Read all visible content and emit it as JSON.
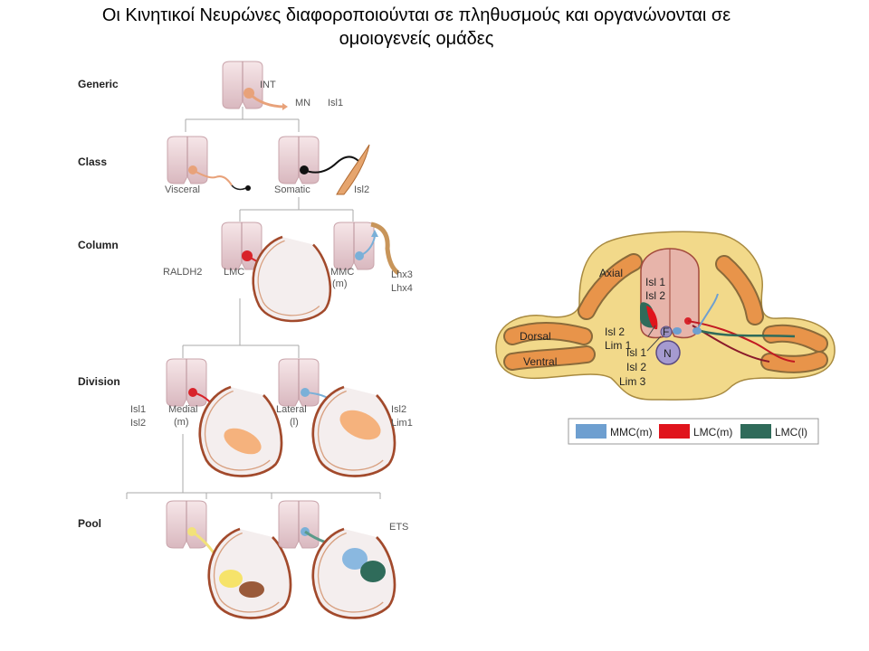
{
  "slide": {
    "title_line1": "Οι Κινητικοί Νευρώνες διαφοροποιούνται σε πληθυσμούς και οργανώνονται σε",
    "title_line2": "ομοιογενείς ομάδες"
  },
  "levels": {
    "generic": "Generic",
    "class": "Class",
    "column": "Column",
    "division": "Division",
    "pool": "Pool"
  },
  "generic": {
    "int": "INT",
    "mn": "MN",
    "marker": "Isl1"
  },
  "class": {
    "visceral": "Visceral",
    "somatic": "Somatic",
    "marker": "Isl2"
  },
  "column": {
    "raldh2": "RALDH2",
    "lmc": "LMC",
    "mmc": "MMC",
    "mmc_sub": "(m)",
    "lhx3": "Lhx3",
    "lhx4": "Lhx4"
  },
  "division": {
    "isl1": "Isl1",
    "isl2": "Isl2",
    "medial": "Medial",
    "medial_sub": "(m)",
    "lateral": "Lateral",
    "lateral_sub": "(l)",
    "r_isl2": "Isl2",
    "r_lim1": "Lim1"
  },
  "pool": {
    "ets": "ETS"
  },
  "cross_section": {
    "axial": "Axial",
    "dorsal": "Dorsal",
    "ventral": "Ventral",
    "isl1_top": "Isl 1",
    "isl2_top": "Isl 2",
    "isl2_mid": "Isl 2",
    "lim1_mid": "Lim 1",
    "isl1_low": "Isl 1",
    "isl2_low": "Isl 2",
    "lim3_low": "Lim 3",
    "n_label": "N",
    "f_label": "F"
  },
  "legend": {
    "items": [
      {
        "label": "MMC(m)",
        "color": "#6e9fd0"
      },
      {
        "label": "LMC(m)",
        "color": "#e0141c"
      },
      {
        "label": "LMC(l)",
        "color": "#2f6b5a"
      }
    ]
  },
  "colors": {
    "cord": "#e8d0d4",
    "mn_orange": "#e8a27a",
    "lmc_red": "#d8232a",
    "mmc_blue": "#7ab0d8",
    "tissue": "#f2d98a",
    "muscle": "#e8944a"
  }
}
